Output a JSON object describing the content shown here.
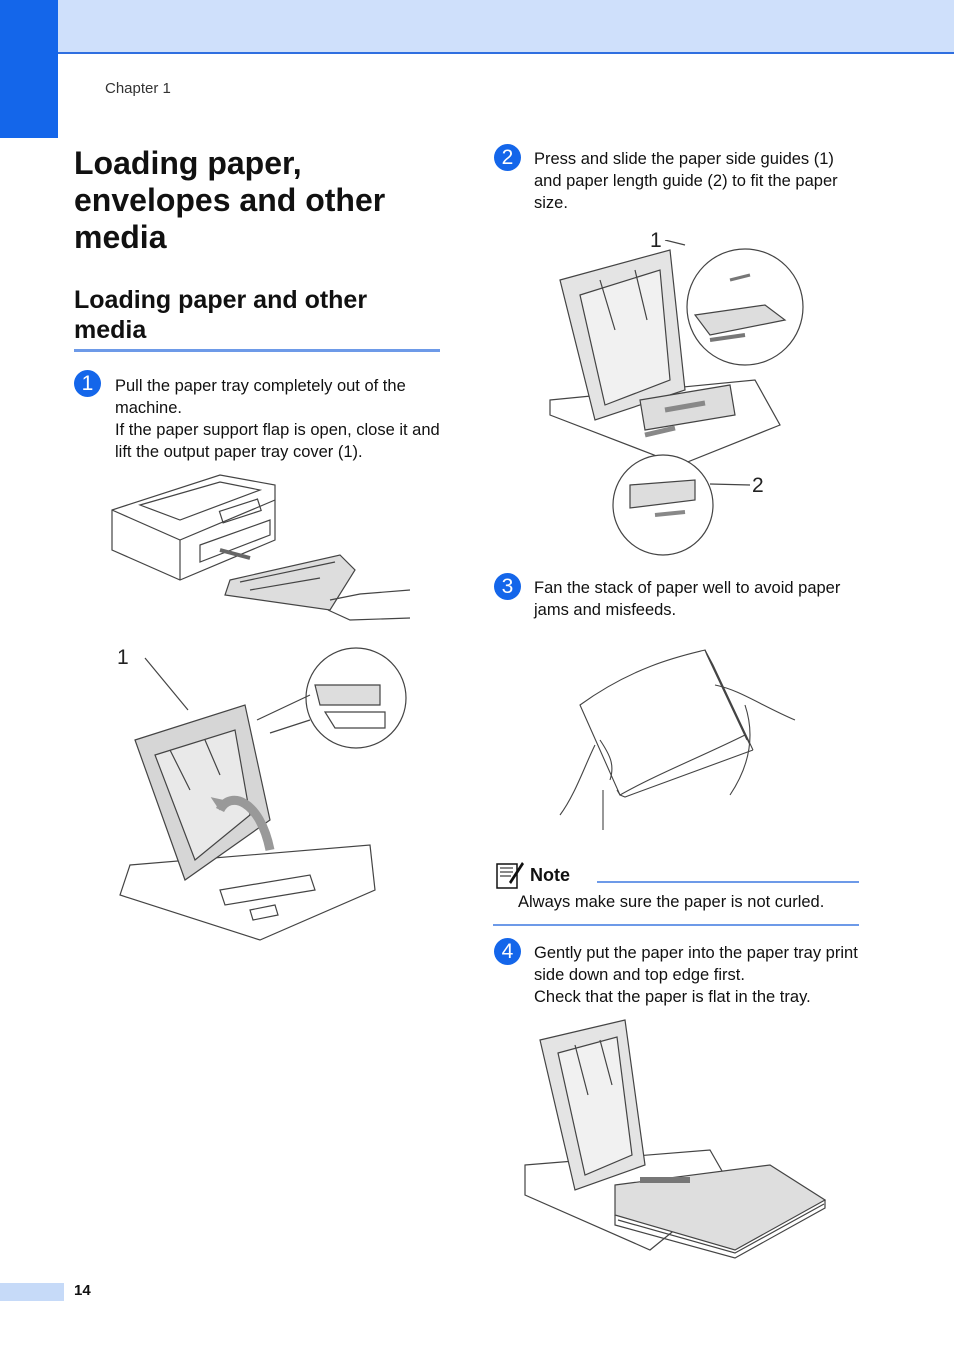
{
  "header": {
    "chapter": "Chapter 1"
  },
  "title": "Loading paper, envelopes and other media",
  "section_title": "Loading paper and other media",
  "steps": [
    {
      "number": "1",
      "lines": [
        "Pull the paper tray completely out of the machine.",
        "If the paper support flap is open, close it and lift the output paper tray cover (1)."
      ]
    },
    {
      "number": "2",
      "lines": [
        "Press and slide the paper side guides (1) and paper length guide (2) to fit the paper size."
      ]
    },
    {
      "number": "3",
      "lines": [
        "Fan the stack of paper well to avoid paper jams and misfeeds."
      ]
    },
    {
      "number": "4",
      "lines": [
        "Gently put the paper into the paper tray print side down and top edge first.",
        "Check that the paper is flat in the tray."
      ]
    }
  ],
  "figure_callouts": {
    "tray_cover": "1",
    "side_guides": "1",
    "length_guide": "2"
  },
  "note": {
    "title": "Note",
    "icon": "note-pencil-icon",
    "text": "Always make sure the paper is not curled."
  },
  "footer": {
    "page_number": "14"
  },
  "colors": {
    "accent": "#1466ea",
    "band": "#cfe0fb",
    "rule": "#6d9ae8"
  }
}
